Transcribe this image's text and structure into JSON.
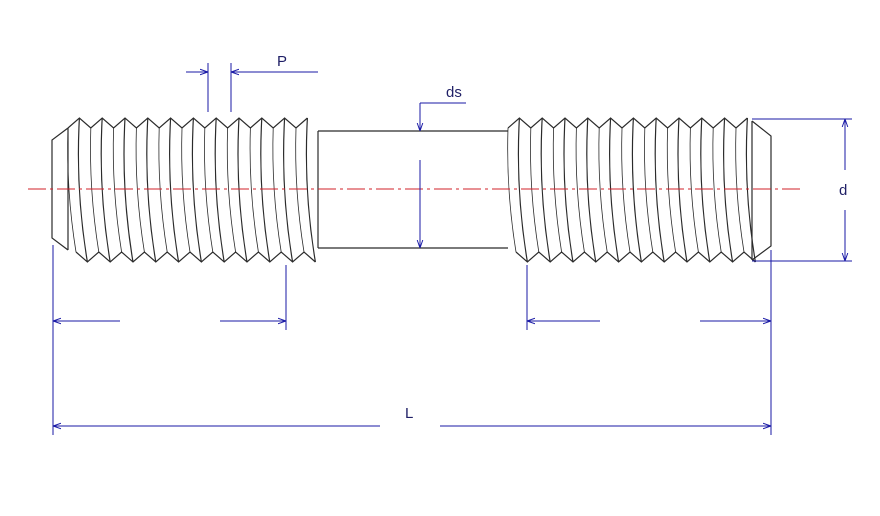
{
  "diagram": {
    "title": "",
    "labels": {
      "pitch": "P",
      "shank_diameter": "ds",
      "thread_diameter": "d",
      "total_length": "L"
    },
    "colors": {
      "outline": "#2b2b2b",
      "dimension": "#1a1aa6",
      "centerline": "#d0202a",
      "background": "#ffffff"
    }
  }
}
